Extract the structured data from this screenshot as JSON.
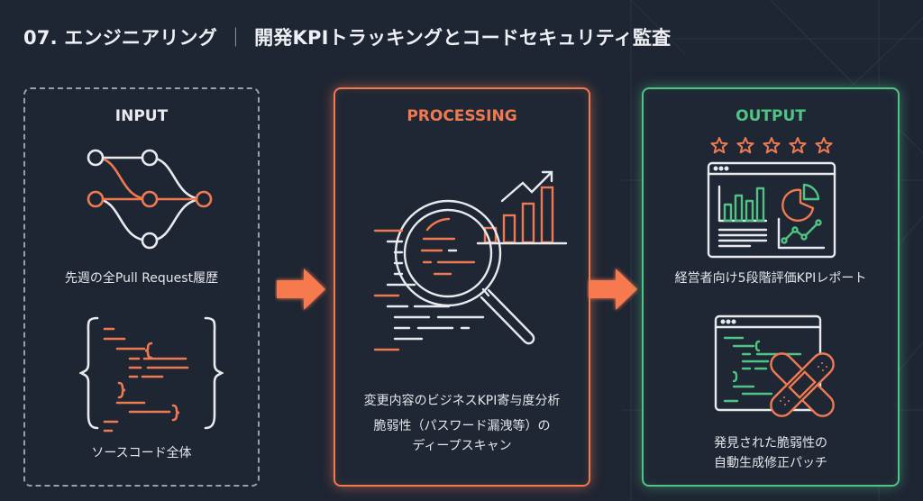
{
  "header": {
    "title_prefix": "07. エンジニアリング",
    "separator": "｜",
    "title_main": "開発KPIトラッキングとコードセキュリティ監査"
  },
  "colors": {
    "background": "#1e2533",
    "accent_orange": "#ef7a52",
    "accent_green": "#4fc484",
    "text_light": "#e8eaee",
    "dashed_border": "#9aa0a8"
  },
  "panels": {
    "input": {
      "title": "INPUT",
      "items": [
        {
          "icon": "git-branch-icon",
          "label": "先週の全Pull Request履歴"
        },
        {
          "icon": "source-code-icon",
          "label": "ソースコード全体"
        }
      ]
    },
    "processing": {
      "title": "PROCESSING",
      "icon": "magnifier-analytics-icon",
      "items": [
        {
          "label": "変更内容のビジネスKPI寄与度分析"
        },
        {
          "label_line1": "脆弱性（パスワード漏洩等）の",
          "label_line2": "ディープスキャン"
        }
      ]
    },
    "output": {
      "title": "OUTPUT",
      "items": [
        {
          "icon": "kpi-dashboard-icon",
          "rating_stars": 5,
          "label": "経営者向け5段階評価KPIレポート"
        },
        {
          "icon": "code-patch-icon",
          "label_line1": "発見された脆弱性の",
          "label_line2": "自動生成修正パッチ"
        }
      ]
    }
  },
  "flow": {
    "arrows": [
      "input-to-processing",
      "processing-to-output"
    ]
  }
}
